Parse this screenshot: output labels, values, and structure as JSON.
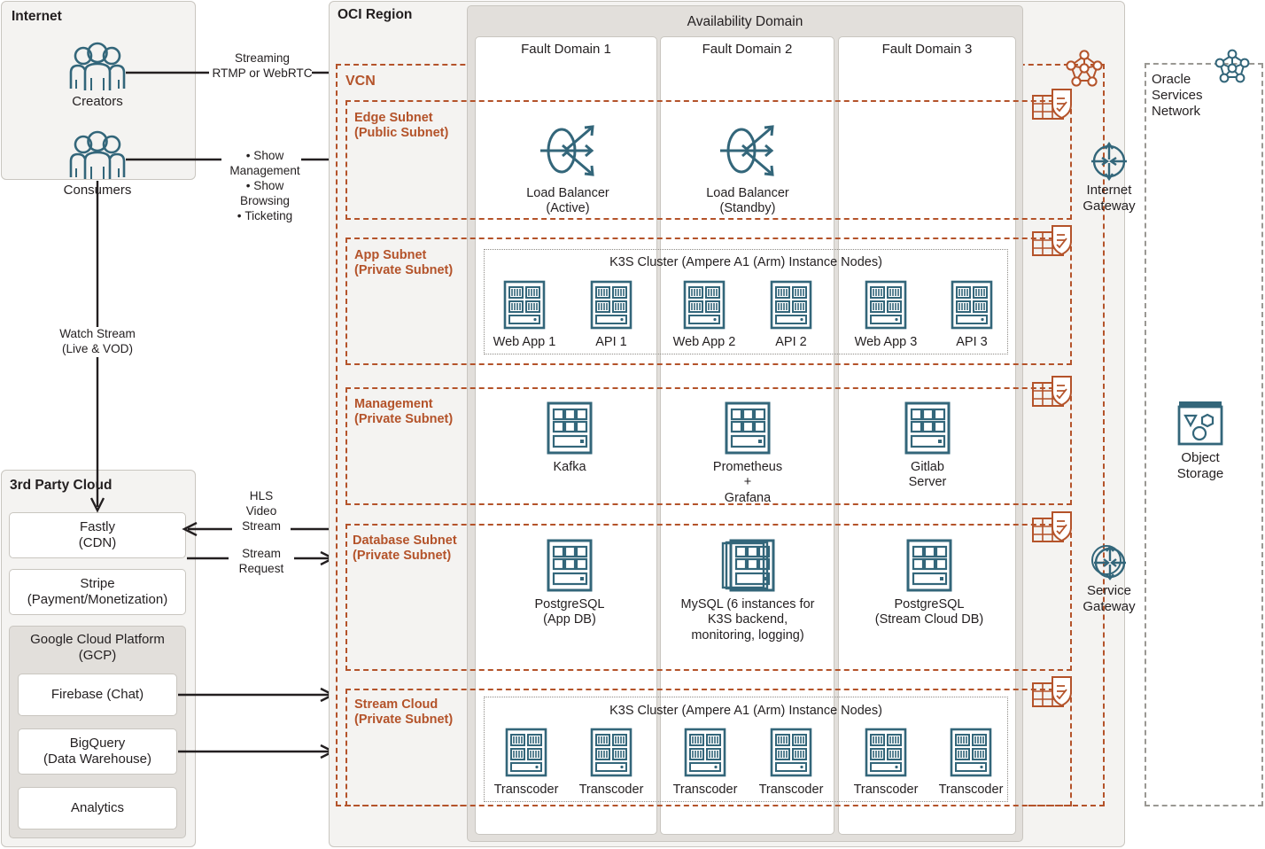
{
  "internet": {
    "title": "Internet",
    "actors": [
      {
        "icon": "users-icon",
        "label": "Creators"
      },
      {
        "icon": "users-icon",
        "label": "Consumers"
      }
    ]
  },
  "third_party": {
    "title": "3rd Party Cloud",
    "services": [
      {
        "label": "Fastly\n(CDN)"
      },
      {
        "label": "Stripe\n(Payment/Monetization)"
      }
    ],
    "gcp": {
      "title": "Google Cloud Platform (GCP)",
      "services": [
        {
          "label": "Firebase (Chat)"
        },
        {
          "label": "BigQuery\n(Data Warehouse)"
        },
        {
          "label": "Analytics"
        }
      ]
    }
  },
  "connections": [
    {
      "id": "streaming",
      "label": "Streaming\nRTMP or WebRTC"
    },
    {
      "id": "consumer-ops",
      "bullets": [
        "Show Management",
        "Show Browsing",
        "Ticketing"
      ]
    },
    {
      "id": "watch-stream",
      "label": "Watch Stream\n(Live & VOD)"
    },
    {
      "id": "hls",
      "label": "HLS\nVideo\nStream"
    },
    {
      "id": "stream-request",
      "label": "Stream\nRequest"
    }
  ],
  "oci": {
    "title": "OCI Region",
    "vcn_label": "VCN",
    "availability_domain": "Availability Domain",
    "fault_domains": [
      "Fault Domain 1",
      "Fault Domain 2",
      "Fault Domain 3"
    ],
    "subnets": [
      {
        "id": "edge",
        "label": "Edge Subnet\n(Public Subnet)",
        "nodes": [
          {
            "icon": "load-balancer-icon",
            "label": "Load Balancer\n(Active)"
          },
          {
            "icon": "load-balancer-icon",
            "label": "Load Balancer\n(Standby)"
          }
        ]
      },
      {
        "id": "app",
        "label": "App Subnet\n(Private Subnet)",
        "cluster_title": "K3S Cluster (Ampere A1 (Arm) Instance Nodes)",
        "nodes": [
          {
            "icon": "instance-icon",
            "label": "Web App 1"
          },
          {
            "icon": "instance-icon",
            "label": "API 1"
          },
          {
            "icon": "instance-icon",
            "label": "Web App 2"
          },
          {
            "icon": "instance-icon",
            "label": "API 2"
          },
          {
            "icon": "instance-icon",
            "label": "Web App 3"
          },
          {
            "icon": "instance-icon",
            "label": "API 3"
          }
        ]
      },
      {
        "id": "management",
        "label": "Management\n(Private Subnet)",
        "nodes": [
          {
            "icon": "database-icon",
            "label": "Kafka"
          },
          {
            "icon": "database-icon",
            "label": "Prometheus +\nGrafana"
          },
          {
            "icon": "database-icon",
            "label": "Gitlab Server"
          }
        ]
      },
      {
        "id": "database",
        "label": "Database Subnet\n(Private Subnet)",
        "nodes": [
          {
            "icon": "database-icon",
            "label": "PostgreSQL\n(App DB)"
          },
          {
            "icon": "database-stack-icon",
            "label": "MySQL\n(6 instances for K3S backend, monitoring, logging)"
          },
          {
            "icon": "database-icon",
            "label": "PostgreSQL\n(Stream Cloud DB)"
          }
        ]
      },
      {
        "id": "stream-cloud",
        "label": "Stream Cloud\n(Private Subnet)",
        "cluster_title": "K3S Cluster (Ampere A1 (Arm) Instance Nodes)",
        "nodes": [
          {
            "icon": "instance-icon",
            "label": "Transcoder"
          },
          {
            "icon": "instance-icon",
            "label": "Transcoder"
          },
          {
            "icon": "instance-icon",
            "label": "Transcoder"
          },
          {
            "icon": "instance-icon",
            "label": "Transcoder"
          },
          {
            "icon": "instance-icon",
            "label": "Transcoder"
          },
          {
            "icon": "instance-icon",
            "label": "Transcoder"
          }
        ]
      }
    ],
    "gateways": [
      {
        "icon": "internet-gateway-icon",
        "label": "Internet\nGateway"
      },
      {
        "icon": "service-gateway-icon",
        "label": "Service\nGateway"
      }
    ],
    "route_table_icon": "route-table-icon",
    "security_list_icon": "security-list-icon",
    "security_list_count": 5
  },
  "oracle_services_network": {
    "title": "Oracle Services Network",
    "icon": "network-icon",
    "nodes": [
      {
        "icon": "object-storage-icon",
        "label": "Object\nStorage"
      }
    ]
  },
  "colors": {
    "accent_orange": "#b4532a",
    "accent_teal": "#33667a",
    "panel_bg": "#f4f3f1",
    "grey_bg": "#e2dfdb",
    "border_grey": "#c9c6c0",
    "line": "#231f20"
  }
}
